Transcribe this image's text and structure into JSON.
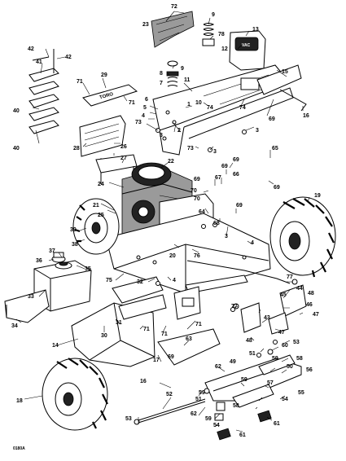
{
  "callouts": [
    {
      "id": "c72",
      "text": "72"
    },
    {
      "id": "c23",
      "text": "23"
    },
    {
      "id": "c9a",
      "text": "9"
    },
    {
      "id": "c78",
      "text": "78"
    },
    {
      "id": "c13",
      "text": "13"
    },
    {
      "id": "c12",
      "text": "12"
    },
    {
      "id": "c42a",
      "text": "42"
    },
    {
      "id": "c42b",
      "text": "42"
    },
    {
      "id": "c41",
      "text": "41"
    },
    {
      "id": "c9b",
      "text": "9"
    },
    {
      "id": "c8",
      "text": "8"
    },
    {
      "id": "c7",
      "text": "7"
    },
    {
      "id": "c11",
      "text": "11"
    },
    {
      "id": "c15",
      "text": "15"
    },
    {
      "id": "c29",
      "text": "29"
    },
    {
      "id": "c71a",
      "text": "71"
    },
    {
      "id": "c71b",
      "text": "71"
    },
    {
      "id": "c40a",
      "text": "40"
    },
    {
      "id": "c40b",
      "text": "40"
    },
    {
      "id": "c6",
      "text": "6"
    },
    {
      "id": "c5",
      "text": "5"
    },
    {
      "id": "c4",
      "text": "4"
    },
    {
      "id": "c73a",
      "text": "73"
    },
    {
      "id": "c1",
      "text": "1"
    },
    {
      "id": "c10",
      "text": "10"
    },
    {
      "id": "c74a",
      "text": "74"
    },
    {
      "id": "c74b",
      "text": "74"
    },
    {
      "id": "c69a",
      "text": "69"
    },
    {
      "id": "c16",
      "text": "16"
    },
    {
      "id": "c2",
      "text": "2"
    },
    {
      "id": "c3a",
      "text": "3"
    },
    {
      "id": "c3b",
      "text": "3"
    },
    {
      "id": "c28",
      "text": "28"
    },
    {
      "id": "c26",
      "text": "26"
    },
    {
      "id": "c73b",
      "text": "73"
    },
    {
      "id": "c3c",
      "text": "3"
    },
    {
      "id": "c27",
      "text": "27"
    },
    {
      "id": "c22",
      "text": "22"
    },
    {
      "id": "c65",
      "text": "65"
    },
    {
      "id": "c69b",
      "text": "69"
    },
    {
      "id": "c69c",
      "text": "69"
    },
    {
      "id": "c66",
      "text": "66"
    },
    {
      "id": "c69d",
      "text": "69"
    },
    {
      "id": "c69e",
      "text": "69"
    },
    {
      "id": "c67",
      "text": "67"
    },
    {
      "id": "c70a",
      "text": "70"
    },
    {
      "id": "c70b",
      "text": "70"
    },
    {
      "id": "c24",
      "text": "24"
    },
    {
      "id": "c21",
      "text": "21"
    },
    {
      "id": "c25",
      "text": "25"
    },
    {
      "id": "c64",
      "text": "64"
    },
    {
      "id": "c69f",
      "text": "69"
    },
    {
      "id": "c68",
      "text": "68"
    },
    {
      "id": "c19",
      "text": "19"
    },
    {
      "id": "c39",
      "text": "39"
    },
    {
      "id": "c38",
      "text": "38"
    },
    {
      "id": "c20",
      "text": "20"
    },
    {
      "id": "c76",
      "text": "76"
    },
    {
      "id": "c3d",
      "text": "3"
    },
    {
      "id": "c4b",
      "text": "4"
    },
    {
      "id": "c37",
      "text": "37"
    },
    {
      "id": "c36",
      "text": "36"
    },
    {
      "id": "c35",
      "text": "35"
    },
    {
      "id": "c75",
      "text": "75"
    },
    {
      "id": "c32",
      "text": "32"
    },
    {
      "id": "c33",
      "text": "33"
    },
    {
      "id": "c4c",
      "text": "4"
    },
    {
      "id": "c77a",
      "text": "77"
    },
    {
      "id": "c44",
      "text": "44"
    },
    {
      "id": "c48a",
      "text": "48"
    },
    {
      "id": "c45",
      "text": "45"
    },
    {
      "id": "c46",
      "text": "46"
    },
    {
      "id": "c47a",
      "text": "47"
    },
    {
      "id": "c77b",
      "text": "77"
    },
    {
      "id": "c31",
      "text": "31"
    },
    {
      "id": "c34",
      "text": "34"
    },
    {
      "id": "c30",
      "text": "30"
    },
    {
      "id": "c71c",
      "text": "71"
    },
    {
      "id": "c71d",
      "text": "71"
    },
    {
      "id": "c71e",
      "text": "71"
    },
    {
      "id": "c43",
      "text": "43"
    },
    {
      "id": "c47b",
      "text": "47"
    },
    {
      "id": "c48b",
      "text": "48"
    },
    {
      "id": "c53a",
      "text": "53"
    },
    {
      "id": "c63",
      "text": "63"
    },
    {
      "id": "c14",
      "text": "14"
    },
    {
      "id": "c51",
      "text": "51"
    },
    {
      "id": "c60",
      "text": "60"
    },
    {
      "id": "c62a",
      "text": "62"
    },
    {
      "id": "c59a",
      "text": "59"
    },
    {
      "id": "c58",
      "text": "58"
    },
    {
      "id": "c49",
      "text": "49"
    },
    {
      "id": "c50",
      "text": "50"
    },
    {
      "id": "c56",
      "text": "56"
    },
    {
      "id": "c69g",
      "text": "69"
    },
    {
      "id": "c17",
      "text": "17"
    },
    {
      "id": "c16b",
      "text": "16"
    },
    {
      "id": "c59b",
      "text": "59"
    },
    {
      "id": "c57",
      "text": "57"
    },
    {
      "id": "c54a",
      "text": "54"
    },
    {
      "id": "c55",
      "text": "55"
    },
    {
      "id": "c18",
      "text": "18"
    },
    {
      "id": "c52",
      "text": "52"
    },
    {
      "id": "c51b",
      "text": "51"
    },
    {
      "id": "c62b",
      "text": "62"
    },
    {
      "id": "c59c",
      "text": "59"
    },
    {
      "id": "c58b",
      "text": "58"
    },
    {
      "id": "c54b",
      "text": "54"
    },
    {
      "id": "c61a",
      "text": "61"
    },
    {
      "id": "c53b",
      "text": "53"
    },
    {
      "id": "c61b",
      "text": "61"
    },
    {
      "id": "c59d",
      "text": "59"
    }
  ],
  "fuel_gauge_label": "VAC",
  "hood_text": "TORO",
  "figure_code": "0180A"
}
